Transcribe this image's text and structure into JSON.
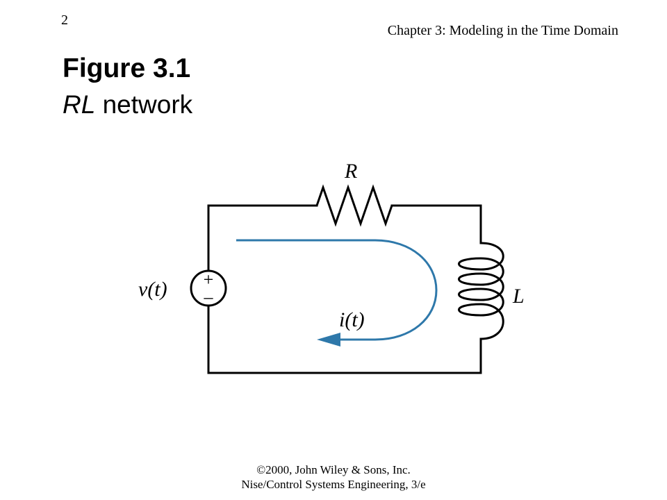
{
  "header": {
    "page_number": "2",
    "chapter": "Chapter 3: Modeling in the Time Domain"
  },
  "figure": {
    "title": "Figure 3.1",
    "caption_italic": "RL",
    "caption_rest": " network"
  },
  "diagram": {
    "resistor_label": "R",
    "inductor_label": "L",
    "source_label": "v(t)",
    "source_plus": "+",
    "source_minus": "–",
    "current_label": "i(t)",
    "current_arrow_color": "#2E78AA",
    "wire_color": "#000000"
  },
  "footer": {
    "line1": "©2000, John Wiley & Sons, Inc.",
    "line2": "Nise/Control Systems Engineering, 3/e"
  }
}
